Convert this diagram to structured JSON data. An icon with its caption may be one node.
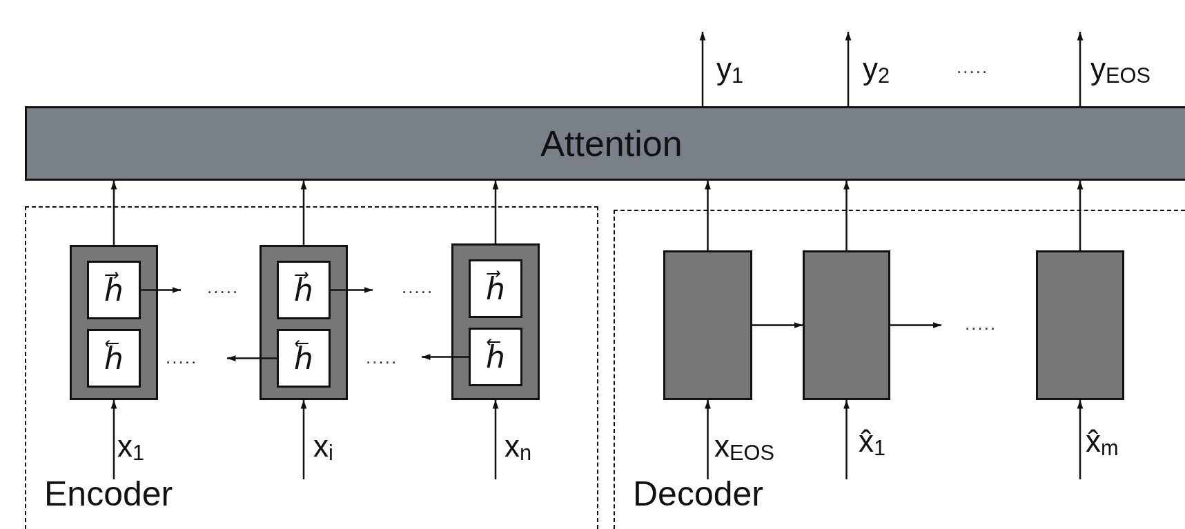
{
  "diagram": {
    "nodes": [
      {
        "text": [
          "Attention"
        ]
      },
      {
        "text": [
          "Encoder"
        ]
      },
      {
        "text": [],
        "shape": "box",
        "in": 1
      },
      {
        "text": [
          "h⃗"
        ],
        "in": 2
      },
      {
        "text": [
          "h⃖"
        ],
        "in": 2
      },
      {
        "text": [],
        "shape": "box",
        "in": 1
      },
      {
        "text": [
          "h⃗"
        ],
        "in": 5
      },
      {
        "text": [
          "h⃖"
        ],
        "in": 5
      },
      {
        "text": [],
        "shape": "box",
        "in": 1
      },
      {
        "text": [
          "h⃗"
        ],
        "in": 8
      },
      {
        "text": [
          "h⃖"
        ],
        "in": 8
      },
      {
        "text": [
          "Decoder"
        ]
      },
      {
        "text": [],
        "shape": "box",
        "in": 11
      },
      {
        "text": [],
        "shape": "box",
        "in": 11
      },
      {
        "text": [],
        "shape": "box",
        "in": 11
      }
    ],
    "edges": [
      {
        "from": 2,
        "to": 0,
        "arrow": "to"
      },
      {
        "from": 5,
        "to": 0,
        "arrow": "to"
      },
      {
        "from": 8,
        "to": 0,
        "arrow": "to"
      },
      {
        "from": 12,
        "to": 0,
        "arrow": "to"
      },
      {
        "from": 13,
        "to": 0,
        "arrow": "to"
      },
      {
        "from": 14,
        "to": 0,
        "arrow": "to"
      },
      {
        "from": 0,
        "to": null,
        "arrow": "to"
      },
      {
        "from": 0,
        "to": null,
        "arrow": "to"
      },
      {
        "from": 0,
        "to": null,
        "arrow": "to"
      },
      {
        "from": null,
        "to": 2,
        "arrow": "to"
      },
      {
        "from": null,
        "to": 5,
        "arrow": "to"
      },
      {
        "from": null,
        "to": 8,
        "arrow": "to"
      },
      {
        "from": null,
        "to": 12,
        "arrow": "to"
      },
      {
        "from": null,
        "to": 13,
        "arrow": "to"
      },
      {
        "from": null,
        "to": 14,
        "arrow": "to"
      },
      {
        "from": 3,
        "to": null,
        "arrow": "to"
      },
      {
        "from": 6,
        "to": null,
        "arrow": "to"
      },
      {
        "from": 7,
        "to": null,
        "arrow": "to"
      },
      {
        "from": 10,
        "to": null,
        "arrow": "to"
      },
      {
        "from": 12,
        "to": 13,
        "arrow": "to"
      },
      {
        "from": 13,
        "to": null,
        "arrow": "to"
      }
    ],
    "labels": [
      "y$_{1}$",
      "y$_{2}$",
      ".....",
      "y$_{EOS}$",
      ".....",
      ".....",
      ".....",
      ".....",
      ".....",
      "x$_{1}$",
      "x$_{i}$",
      "x$_{n}$",
      "x$_{EOS}$",
      "x̂$_{1}$",
      "x̂$_{m}$"
    ]
  }
}
